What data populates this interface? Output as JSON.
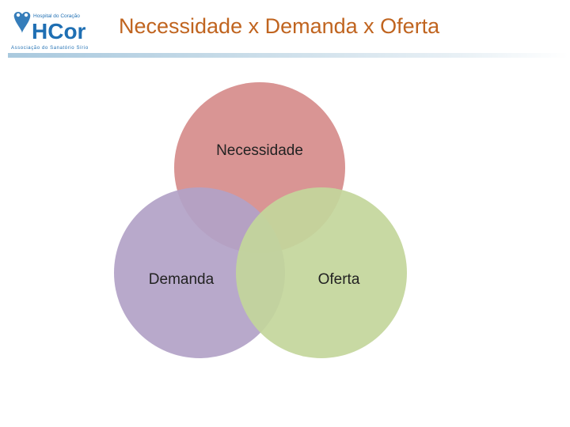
{
  "slide": {
    "title": "Necessidade x Demanda x Oferta"
  },
  "logo": {
    "line1": "Hospital do Coração",
    "brand": "HCor",
    "line2": "Associação do Sanatório Sírio",
    "brand_color": "#1f6fb3"
  },
  "venn": {
    "sets": [
      {
        "label": "Necessidade",
        "color": "#d99594"
      },
      {
        "label": "Demanda",
        "color": "#b2a2c7"
      },
      {
        "label": "Oferta",
        "color": "#c3d69b"
      }
    ]
  },
  "colors": {
    "title": "#c0641f",
    "rule": "#a9c9de"
  }
}
